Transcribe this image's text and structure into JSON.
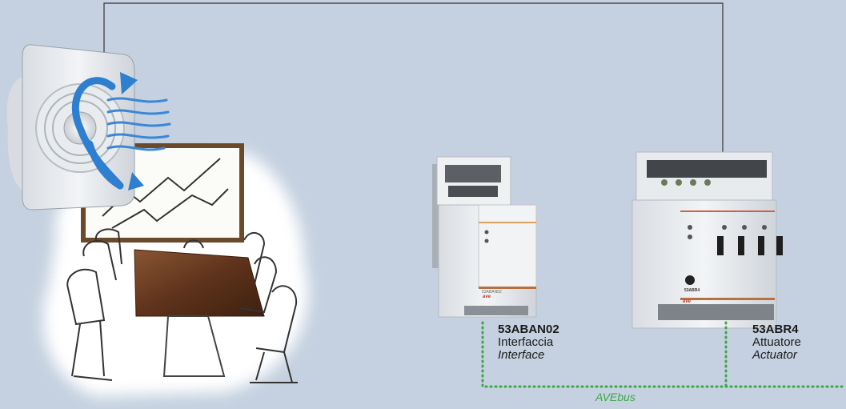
{
  "devices": [
    {
      "code": "53ABAN02",
      "name_it": "Interfaccia",
      "name_en": "Interface",
      "module_label": "53ABAN02",
      "brand": "ave"
    },
    {
      "code": "53ABR4",
      "name_it": "Attuatore",
      "name_en": "Actuator",
      "module_label": "53ABR4",
      "brand": "ave"
    }
  ],
  "bus_label": "AVEbus",
  "colors": {
    "background": "#c5d1e0",
    "bus": "#3aa843",
    "wire": "#333333",
    "rotation_arrow": "#2f7fd0"
  },
  "icons": [
    "exhaust-fan-icon",
    "meeting-room-icon",
    "interface-module-icon",
    "actuator-module-icon"
  ]
}
